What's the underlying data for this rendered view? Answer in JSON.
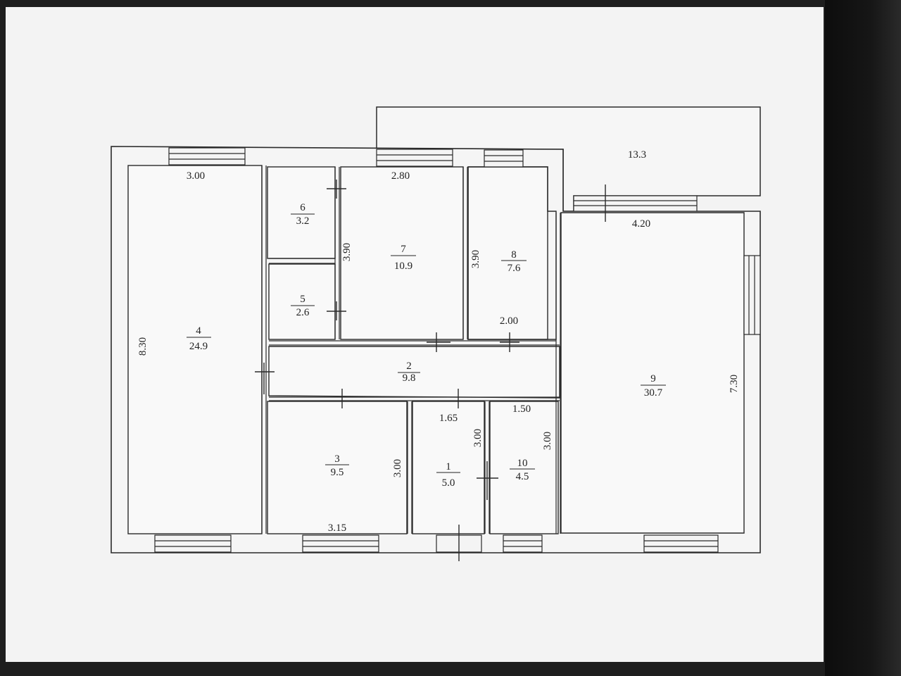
{
  "rooms": [
    {
      "id": "1",
      "area": "5.0"
    },
    {
      "id": "2",
      "area": "9.8"
    },
    {
      "id": "3",
      "area": "9.5"
    },
    {
      "id": "4",
      "area": "24.9"
    },
    {
      "id": "5",
      "area": "2.6"
    },
    {
      "id": "6",
      "area": "3.2"
    },
    {
      "id": "7",
      "area": "10.9"
    },
    {
      "id": "8",
      "area": "7.6"
    },
    {
      "id": "9",
      "area": "30.7"
    },
    {
      "id": "10",
      "area": "4.5"
    }
  ],
  "terrace_area": "13.3",
  "dimensions": {
    "room4_width": "3.00",
    "room4_length": "8.30",
    "room7_width": "2.80",
    "room7_length": "3.90",
    "room8_length": "3.90",
    "room8_width": "2.00",
    "room9_width": "4.20",
    "room9_length": "7.30",
    "room1_width": "1.65",
    "room1_length": "3.00",
    "room10_width": "1.50",
    "room10_length": "3.00",
    "room3_length": "3.00",
    "room3_width": "3.15"
  },
  "colors": {
    "wall_fill": "#f4f4f4",
    "wall_stroke": "#2a2a2a",
    "screen_bg": "#ececec"
  }
}
